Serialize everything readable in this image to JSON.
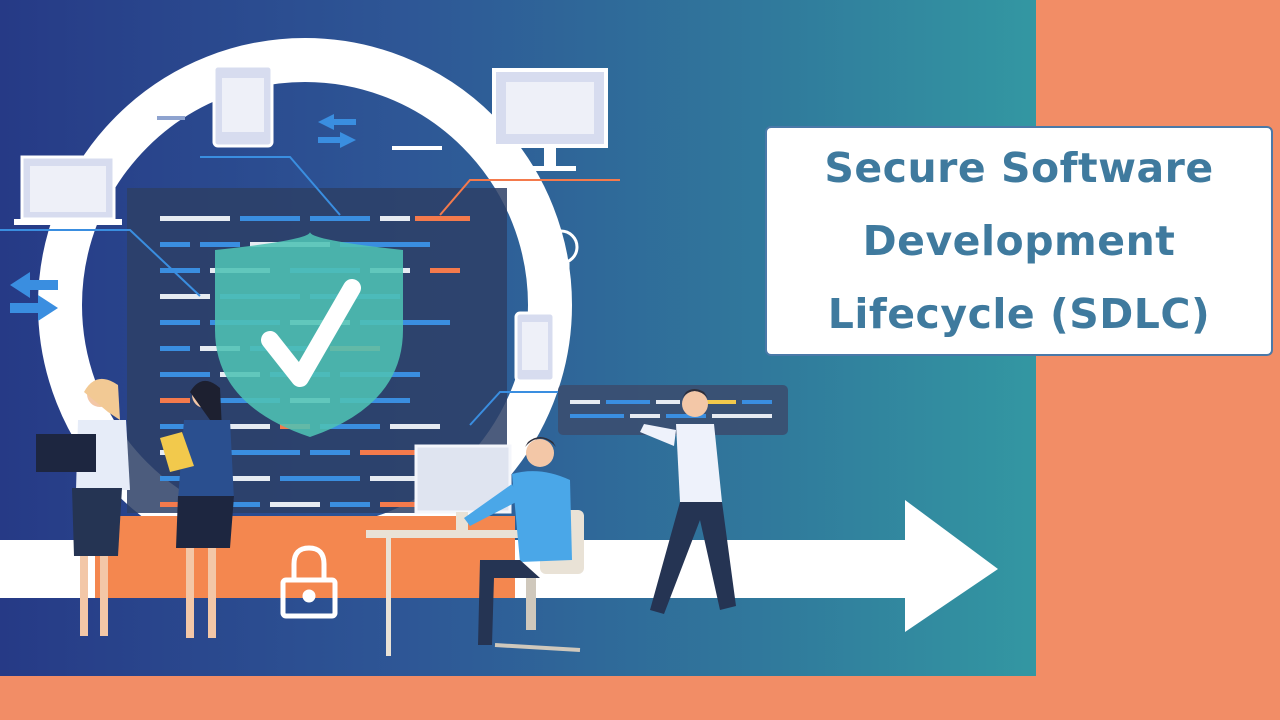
{
  "title": {
    "line1": "Secure Software",
    "line2": "Development",
    "line3": "Lifecycle (SDLC)"
  },
  "colors": {
    "background_orange": "#f28d66",
    "panel_gradient_start": "#263a86",
    "panel_gradient_end": "#3397a2",
    "title_text": "#3f7a9e",
    "shield": "#4fc1b4",
    "code_blue": "#3a8ee0",
    "code_orange": "#f47a4c",
    "code_white": "#e6ebf2"
  },
  "icons": [
    "shield-check-icon",
    "lightbulb-icon",
    "padlock-icon",
    "laptop-icon",
    "tablet-icon",
    "monitor-icon",
    "phone-icon",
    "arrows-icon"
  ]
}
